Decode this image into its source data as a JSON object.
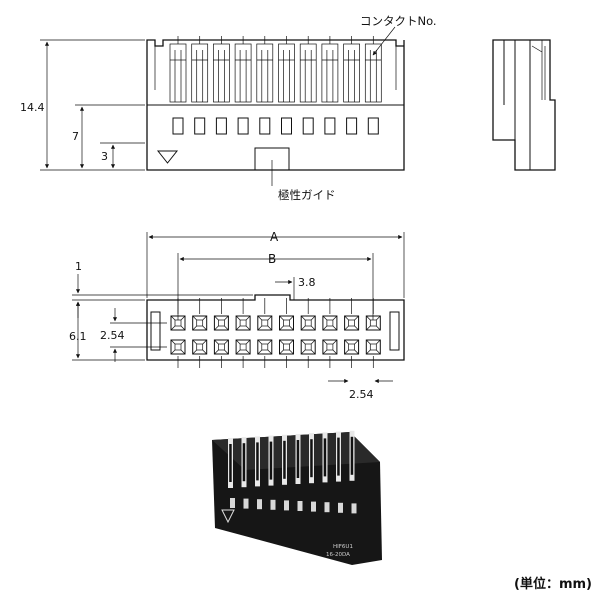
{
  "labels": {
    "contact_no": "コンタクトNo.",
    "polarity_guide": "極性ガイド",
    "unit": "(単位：mm)"
  },
  "dimensions": {
    "height_total": "14.4",
    "height_mid": "7",
    "height_low": "3",
    "width_a": "A",
    "width_b": "B",
    "pitch_offset": "3.8",
    "top_gap": "1",
    "depth": "6.1",
    "row_pitch": "2.54",
    "col_pitch": "2.54"
  },
  "photo_text": {
    "line1": "HIF6U1",
    "line2": "16-20DA"
  }
}
